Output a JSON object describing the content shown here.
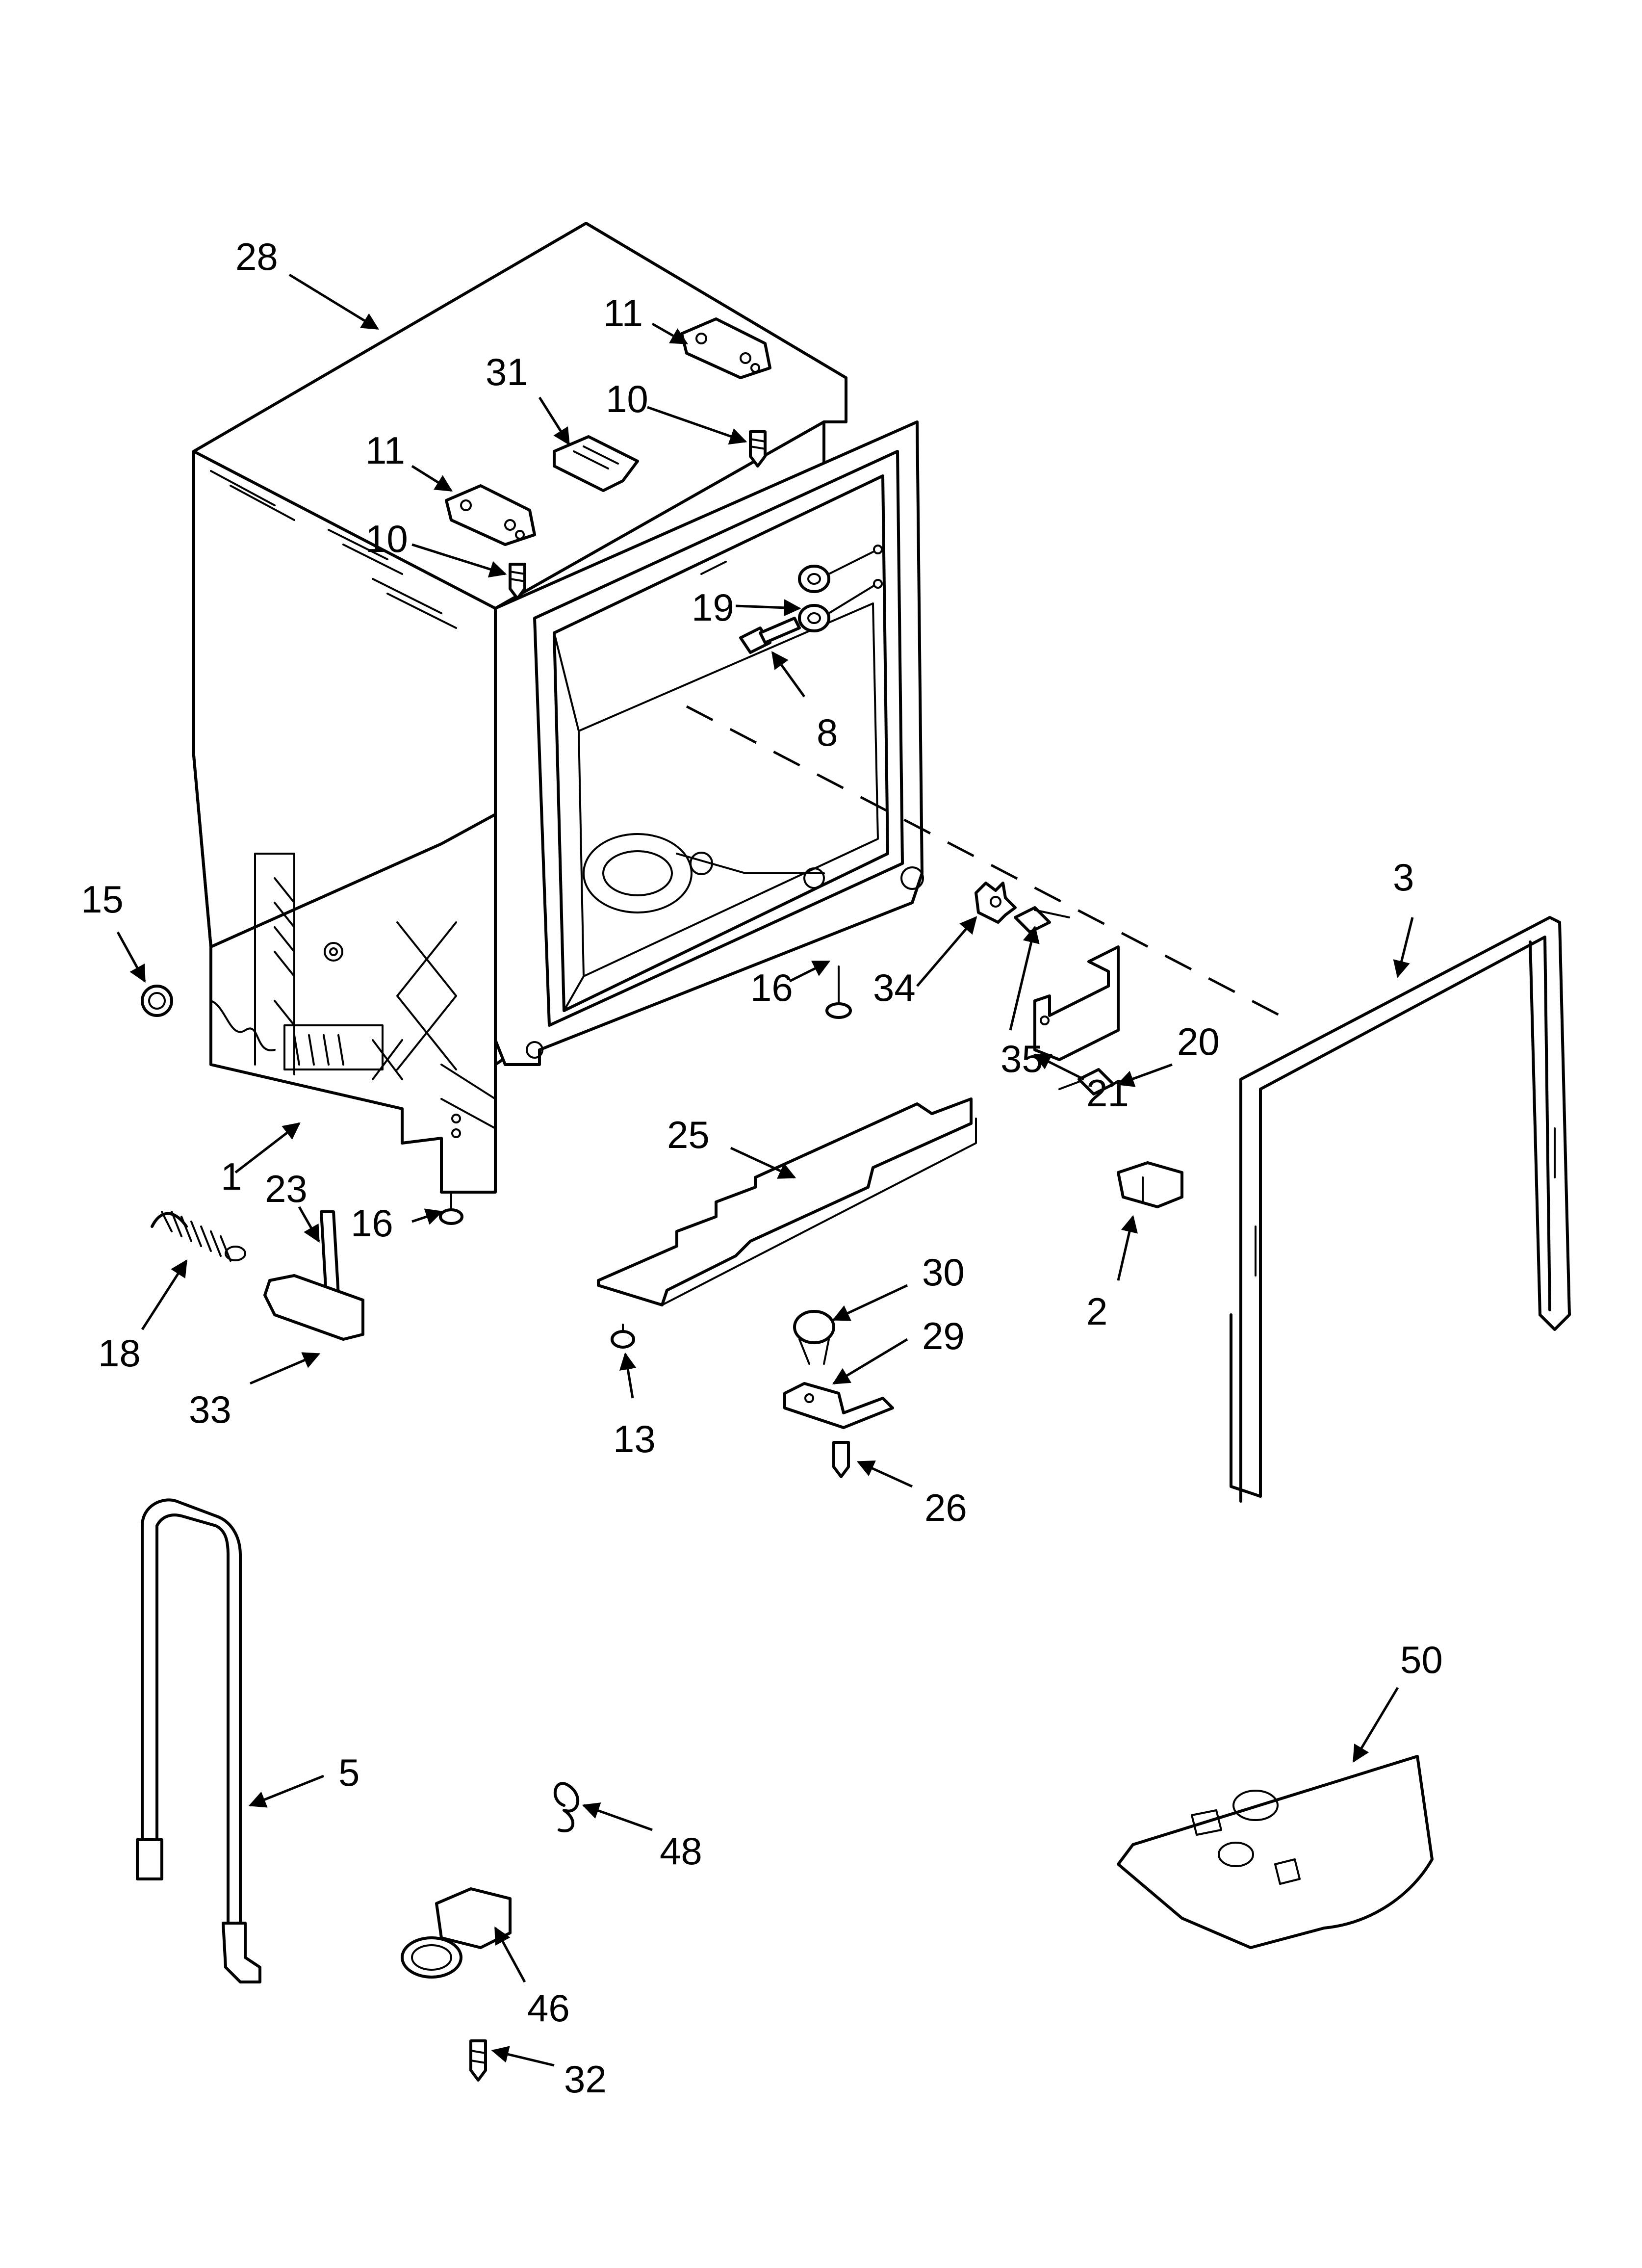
{
  "callouts": [
    {
      "id": "c28",
      "text": "28"
    },
    {
      "id": "c11a",
      "text": "11"
    },
    {
      "id": "c31",
      "text": "31"
    },
    {
      "id": "c10a",
      "text": "10"
    },
    {
      "id": "c11b",
      "text": "11"
    },
    {
      "id": "c10b",
      "text": "10"
    },
    {
      "id": "c19",
      "text": "19"
    },
    {
      "id": "c8",
      "text": "8"
    },
    {
      "id": "c15",
      "text": "15"
    },
    {
      "id": "c3",
      "text": "3"
    },
    {
      "id": "c16a",
      "text": "16"
    },
    {
      "id": "c34",
      "text": "34"
    },
    {
      "id": "c20",
      "text": "20"
    },
    {
      "id": "c35",
      "text": "35"
    },
    {
      "id": "c21",
      "text": "21"
    },
    {
      "id": "c25",
      "text": "25"
    },
    {
      "id": "c1",
      "text": "1"
    },
    {
      "id": "c23",
      "text": "23"
    },
    {
      "id": "c16b",
      "text": "16"
    },
    {
      "id": "c30",
      "text": "30"
    },
    {
      "id": "c2",
      "text": "2"
    },
    {
      "id": "c29",
      "text": "29"
    },
    {
      "id": "c18",
      "text": "18"
    },
    {
      "id": "c13",
      "text": "13"
    },
    {
      "id": "c33",
      "text": "33"
    },
    {
      "id": "c26",
      "text": "26"
    },
    {
      "id": "c50",
      "text": "50"
    },
    {
      "id": "c5",
      "text": "5"
    },
    {
      "id": "c48",
      "text": "48"
    },
    {
      "id": "c46",
      "text": "46"
    },
    {
      "id": "c32",
      "text": "32"
    }
  ]
}
